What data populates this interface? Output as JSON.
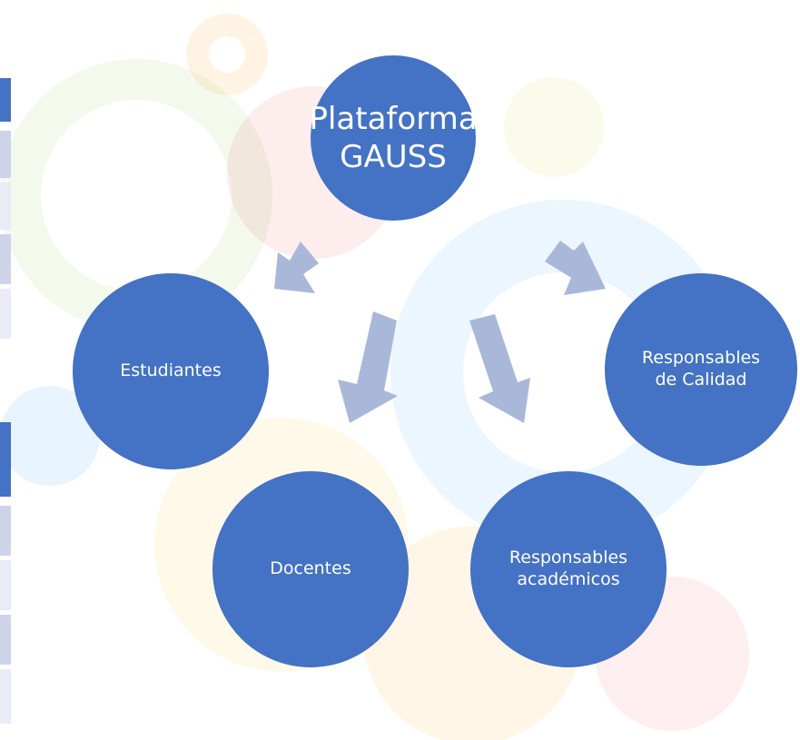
{
  "diagram": {
    "hub": {
      "label": "Plataforma\nGAUSS"
    },
    "nodes": [
      {
        "id": "estudiantes",
        "label": "Estudiantes"
      },
      {
        "id": "docentes",
        "label": "Docentes"
      },
      {
        "id": "responsables-academicos",
        "label": "Responsables\nacadémicos"
      },
      {
        "id": "responsables-calidad",
        "label": "Responsables\nde Calidad"
      }
    ]
  },
  "colors": {
    "node_fill": "#4472c4",
    "node_text": "#ffffff",
    "arrow": "#a9b8d9",
    "strip_dark": "#4472c4",
    "strip_mid": "#cdd4ea",
    "strip_light": "#e9ebf5"
  }
}
